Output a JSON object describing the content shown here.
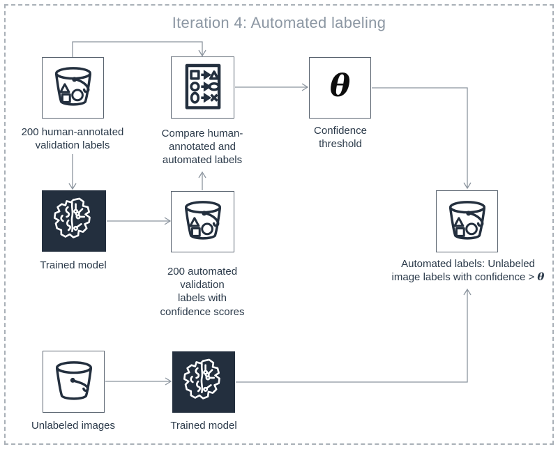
{
  "title": "Iteration 4: Automated labeling",
  "colors": {
    "dark_navy": "#232F3E",
    "icon_stroke": "#232F3E",
    "label_text": "#2B3A4A",
    "title_text": "#8C97A3",
    "arrow_gray": "#8B949E",
    "frame_dash_gray": "#A9B0B7",
    "box_border": "#5A6470"
  },
  "nodes": {
    "human_bucket": {
      "icon": "labeled-bucket-icon",
      "label": "200 human-annotated\nvalidation labels"
    },
    "compare": {
      "icon": "compare-labels-icon",
      "label": "Compare human-\nannotated and\nautomated labels"
    },
    "threshold": {
      "icon": "theta-symbol",
      "symbol": "θ",
      "label": "Confidence\nthreshold"
    },
    "model_top": {
      "icon": "trained-model-icon",
      "label": "Trained model"
    },
    "auto_bucket": {
      "icon": "labeled-bucket-icon",
      "label": "200 automated\nvalidation\nlabels with\nconfidence scores"
    },
    "output_bucket": {
      "icon": "labeled-bucket-icon",
      "label": "Automated labels: Unlabeled\nimage labels with confidence > ",
      "symbol": "θ"
    },
    "unlabeled_bucket": {
      "icon": "empty-bucket-icon",
      "label": "Unlabeled images"
    },
    "model_bottom": {
      "icon": "trained-model-icon",
      "label": "Trained model"
    }
  }
}
